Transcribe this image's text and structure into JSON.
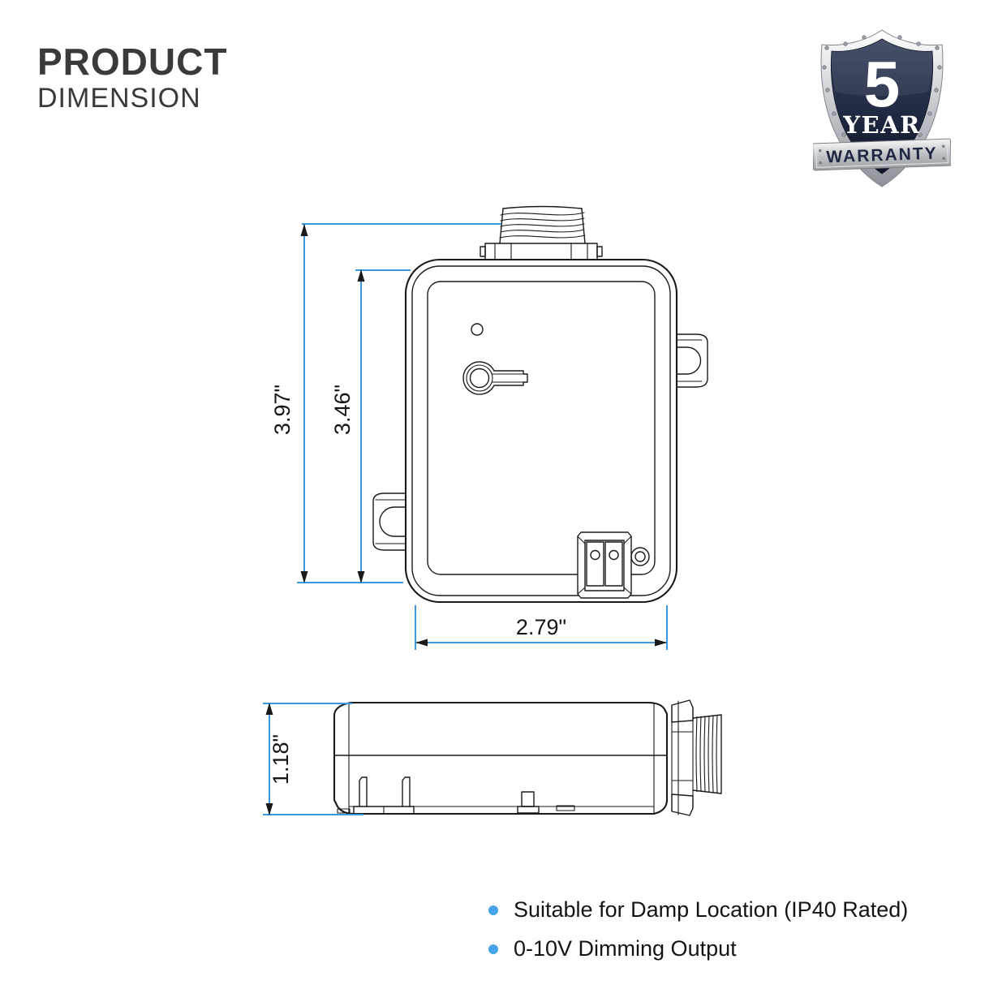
{
  "header": {
    "title_line1": "PRODUCT",
    "title_line2": "DIMENSION"
  },
  "warranty_badge": {
    "years": "5",
    "year_label": "YEAR",
    "warranty_label": "WARRANTY"
  },
  "dimensions": {
    "front_total_height": "3.97\"",
    "front_body_height": "3.46\"",
    "front_width": "2.79\"",
    "side_height": "1.18\""
  },
  "features": {
    "items": [
      "Suitable for Damp Location (IP40 Rated)",
      "0-10V Dimming Output"
    ]
  },
  "colors": {
    "dimension_line": "#3b99e0",
    "bullet": "#45a5e8",
    "badge_navy": "#1f2840",
    "line_work": "#1a1a1a"
  }
}
